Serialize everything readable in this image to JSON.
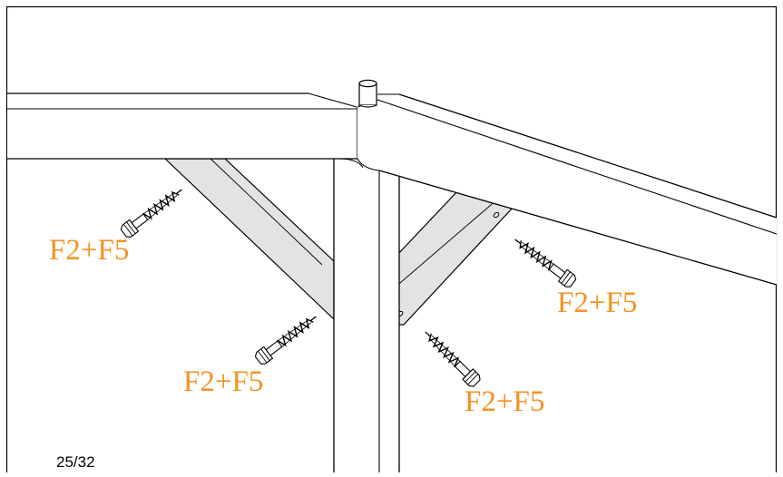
{
  "page": {
    "number": "25/32"
  },
  "colors": {
    "callout": "#F39222",
    "line": "#000000",
    "brace_fill": "#E3E3E3",
    "background": "#FFFFFF"
  },
  "callouts": [
    {
      "label": "F2+F5"
    },
    {
      "label": "F2+F5"
    },
    {
      "label": "F2+F5"
    },
    {
      "label": "F2+F5"
    }
  ],
  "icons": [
    "lag-screw-icon",
    "frame-cap-icon"
  ]
}
